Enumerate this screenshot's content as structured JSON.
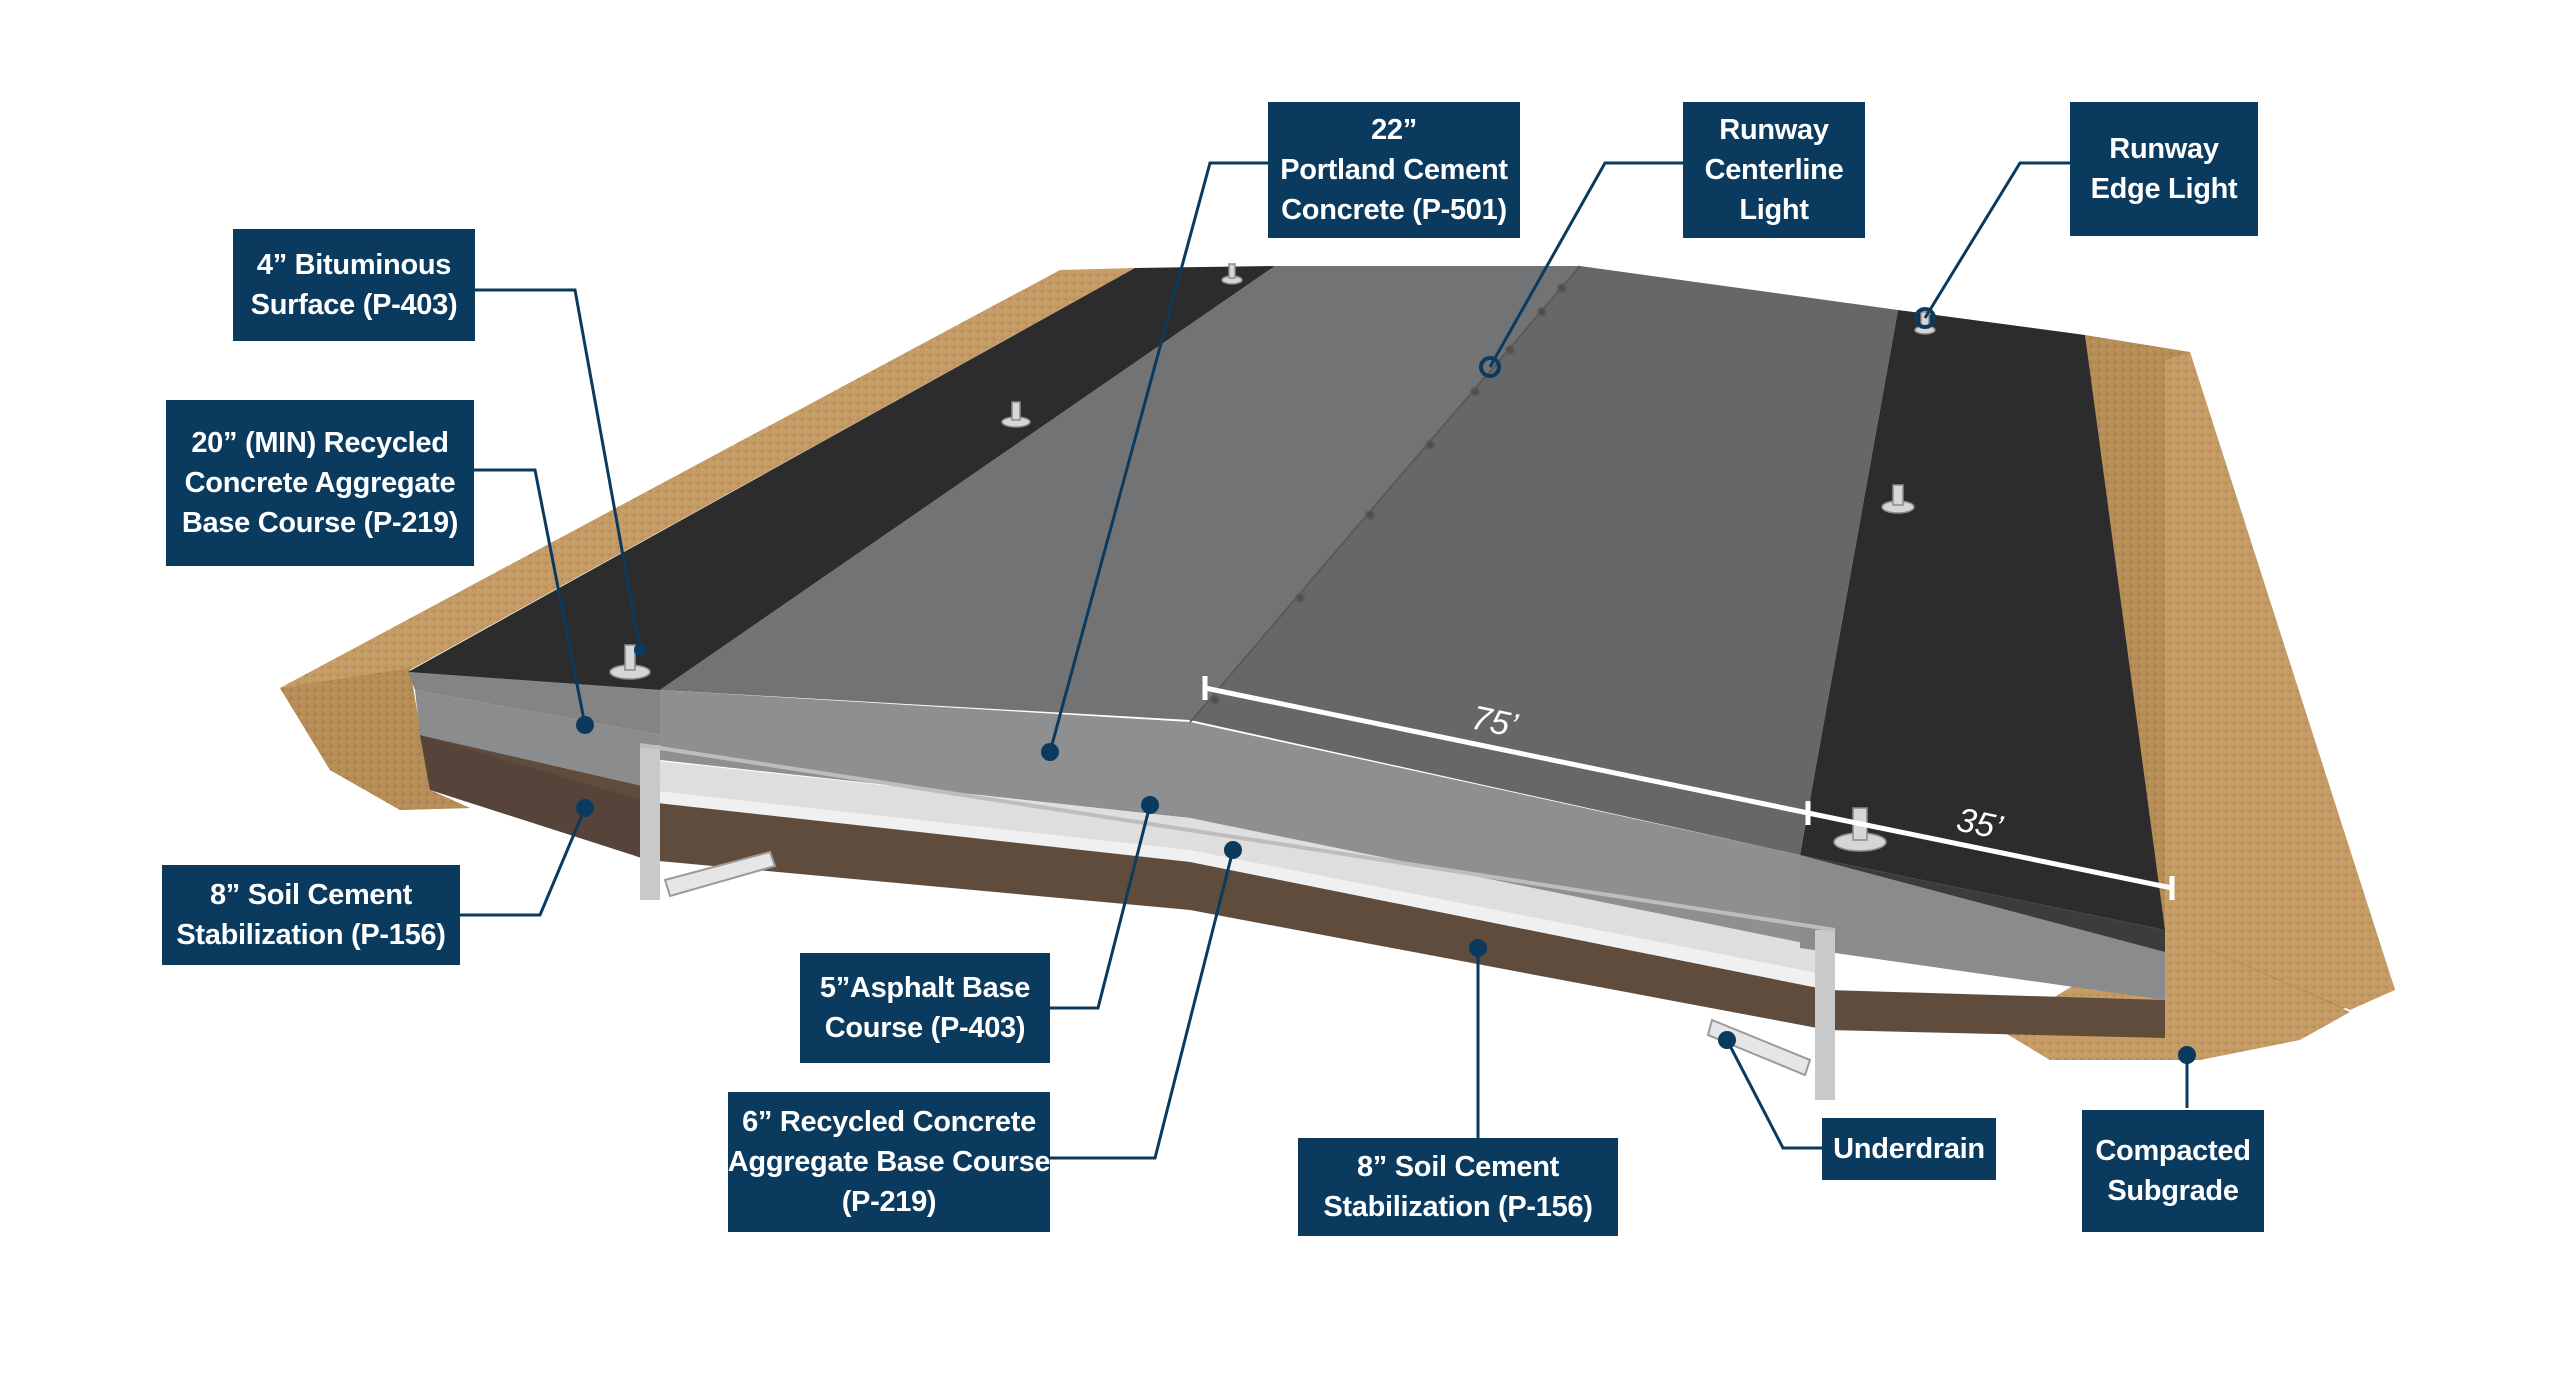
{
  "labels": {
    "pcc": [
      "22”",
      "Portland Cement",
      "Concrete (P-501)"
    ],
    "centerline": [
      "Runway",
      "Centerline",
      "Light"
    ],
    "edge_light": [
      "Runway",
      "Edge Light"
    ],
    "bituminous": [
      "4” Bituminous",
      "Surface (P-403)"
    ],
    "recycled_base": [
      "20” (MIN) Recycled",
      "Concrete Aggregate",
      "Base Course (P-219)"
    ],
    "soil_cement_left": [
      "8” Soil Cement",
      "Stabilization (P-156)"
    ],
    "asphalt_base": [
      "5”Asphalt Base",
      "Course (P-403)"
    ],
    "recycled_6": [
      "6” Recycled Concrete",
      "Aggregate Base Course",
      "(P-219)"
    ],
    "soil_cement_bottom": [
      "8” Soil Cement",
      "Stabilization (P-156)"
    ],
    "underdrain": [
      "Underdrain"
    ],
    "subgrade": [
      "Compacted",
      "Subgrade"
    ]
  },
  "dimensions": {
    "center_width": "75’",
    "shoulder_width": "35’"
  },
  "colors": {
    "callout_bg": "#0b3a5f",
    "leader": "#0b3a5f",
    "asphalt": "#2d2c2d",
    "concrete_top": "#6a6b6d",
    "concrete_side": "#8c8d8f",
    "subgrade": "#c39a62",
    "soil_cement": "#5f4c3d"
  }
}
